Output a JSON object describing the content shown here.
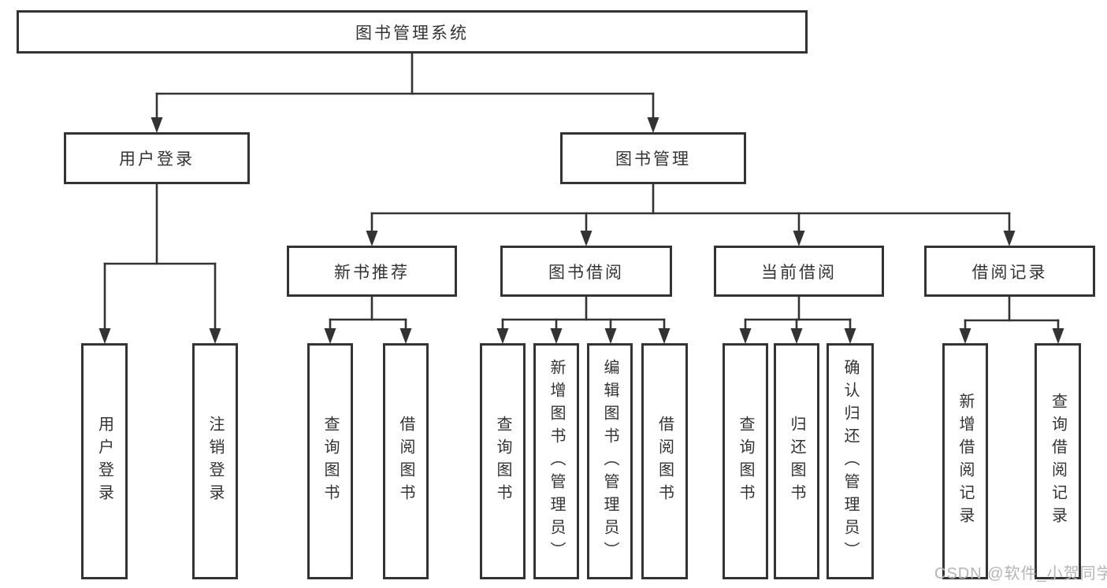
{
  "meta": {
    "background_color": "#ffffff",
    "line_color": "#333333",
    "box_border_color": "#333333",
    "text_color": "#333333",
    "watermark_color": "#b5b5b5"
  },
  "tree": {
    "label": "图书管理系统",
    "children": [
      {
        "label": "用户登录",
        "children": [
          {
            "label": "用户登录"
          },
          {
            "label": "注销登录"
          }
        ]
      },
      {
        "label": "图书管理",
        "children": [
          {
            "label": "新书推荐",
            "children": [
              {
                "label": "查询图书"
              },
              {
                "label": "借阅图书"
              }
            ]
          },
          {
            "label": "图书借阅",
            "children": [
              {
                "label": "查询图书"
              },
              {
                "label": "新增图书（管理员）"
              },
              {
                "label": "编辑图书（管理员）"
              },
              {
                "label": "借阅图书"
              }
            ]
          },
          {
            "label": "当前借阅",
            "children": [
              {
                "label": "查询图书"
              },
              {
                "label": "归还图书"
              },
              {
                "label": "确认归还（管理员）"
              }
            ]
          },
          {
            "label": "借阅记录",
            "children": [
              {
                "label": "新增借阅记录"
              },
              {
                "label": "查询借阅记录"
              }
            ]
          }
        ]
      }
    ]
  },
  "watermark": "CSDN @软件_小贺同学"
}
